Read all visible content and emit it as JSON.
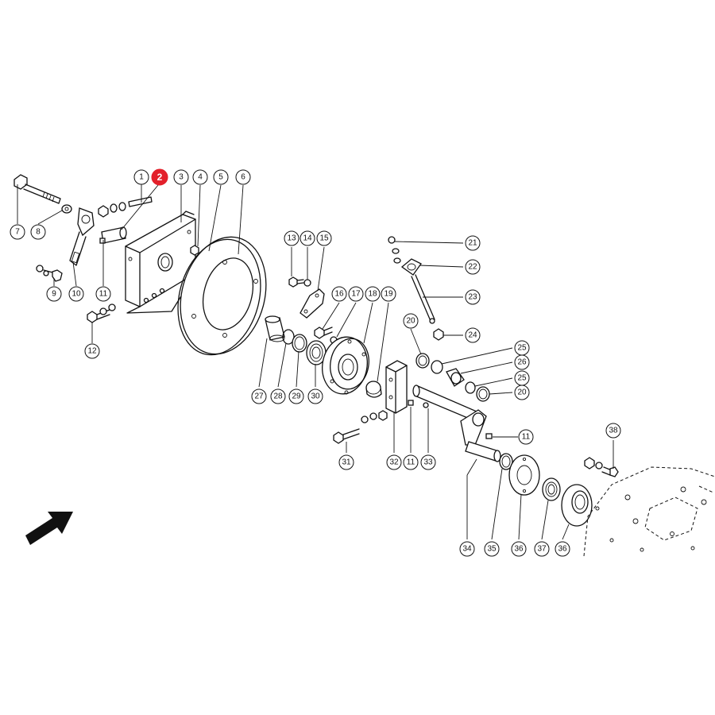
{
  "callouts": {
    "c1": "1",
    "c2": "2",
    "c3": "3",
    "c4": "4",
    "c5": "5",
    "c6": "6",
    "c7": "7",
    "c8": "8",
    "c9": "9",
    "c10": "10",
    "c11a": "11",
    "c12": "12",
    "c13": "13",
    "c14": "14",
    "c15": "15",
    "c16": "16",
    "c17": "17",
    "c18": "18",
    "c19": "19",
    "c20a": "20",
    "c21": "21",
    "c22": "22",
    "c23": "23",
    "c24": "24",
    "c25a": "25",
    "c26": "26",
    "c25b": "25",
    "c20b": "20",
    "c11b": "11",
    "c27": "27",
    "c28": "28",
    "c29": "29",
    "c30": "30",
    "c31": "31",
    "c32": "32",
    "c11c": "11",
    "c33": "33",
    "c34": "34",
    "c35": "35",
    "c36a": "36",
    "c37": "37",
    "c36b": "36",
    "c38": "38"
  },
  "highlight": {
    "part": "2",
    "color": "#e3202b"
  },
  "icons": {
    "direction_arrow": "arrow-up-right-icon"
  }
}
